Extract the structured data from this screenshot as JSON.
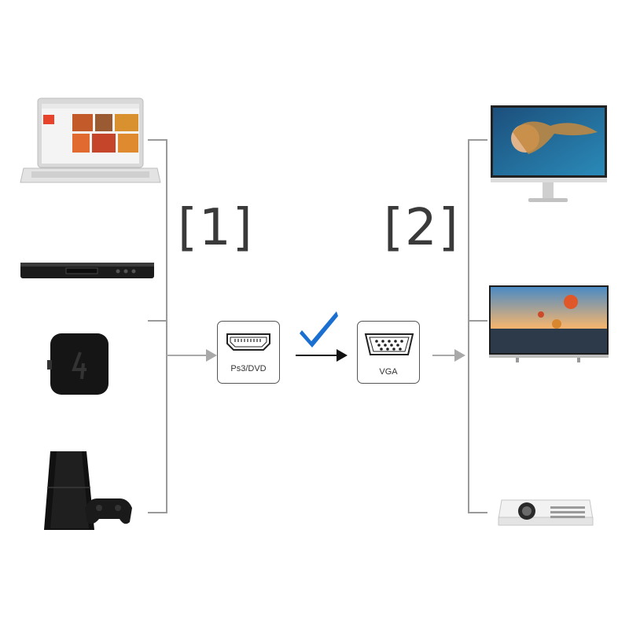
{
  "labels": {
    "source_bracket": "[1]",
    "output_bracket": "[2]"
  },
  "adapter": {
    "input_label": "Ps3/DVD",
    "output_label": "VGA"
  },
  "colors": {
    "line": "#9a9a9a",
    "arrow_gray": "#a9a9a9",
    "arrow_dark": "#111111",
    "check": "#1a6fd1",
    "text": "#3a3a3a"
  },
  "sources": [
    {
      "name": "laptop-icon"
    },
    {
      "name": "dvd-player-icon"
    },
    {
      "name": "tv-box-icon"
    },
    {
      "name": "ps4-console-icon"
    }
  ],
  "outputs": [
    {
      "name": "monitor-icon"
    },
    {
      "name": "television-icon"
    },
    {
      "name": "projector-icon"
    }
  ]
}
